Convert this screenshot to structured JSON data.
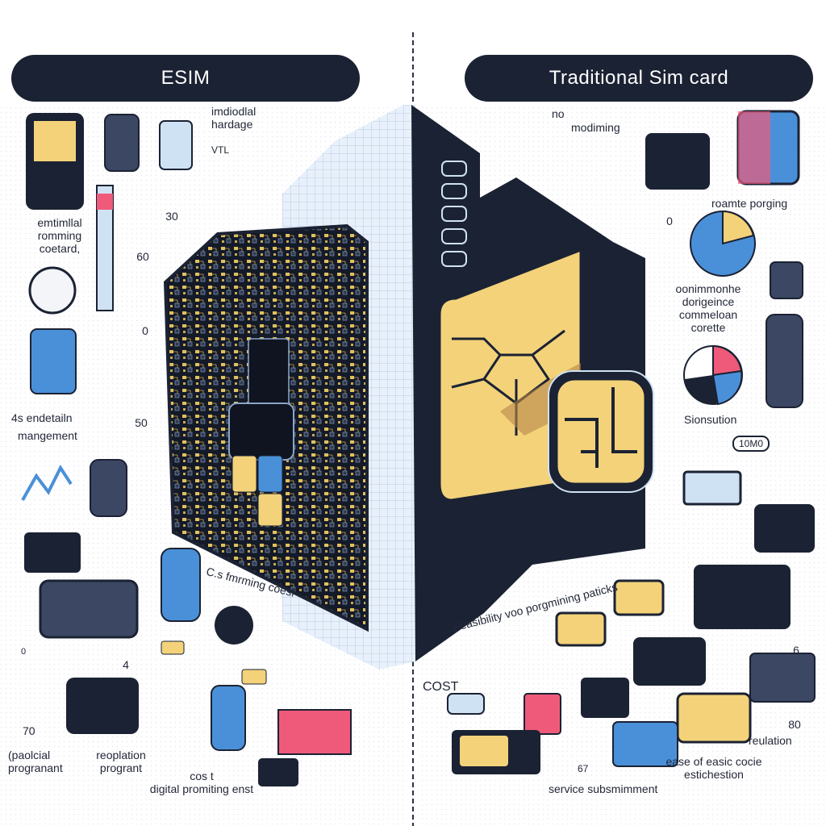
{
  "banners": {
    "left": "ESIM",
    "right": "Traditional Sim card"
  },
  "left_labels": {
    "individual_hardware": "imdiodlal\nhardage",
    "vtl": "VTL",
    "circle_30_a": "30",
    "eminimal": "emtimllal\nromming\ncoetard,",
    "circle_60": "60",
    "circle_0": "0",
    "enderation": "4s endetailn",
    "management": "mangement",
    "circle_50": "50",
    "remote_cost": "C.s fmrming coesf",
    "circle_4": "4",
    "circle_70": "70",
    "physical": "(paolcial\nprogranant",
    "regulation": "reoplation\nprogrant",
    "digital_cost": "cos t\ndigital promiting enst",
    "small_0": "0"
  },
  "right_labels": {
    "no": "no",
    "modimming": "modiming",
    "remote_porting": "roamte porging",
    "circle_0": "0",
    "operational": "oonimmonhe\ndorigeince\ncommeloan\ncorette",
    "signature": "Sionsution",
    "pill": "10M0",
    "feasibility": "Feasibility voo porgmining paticks",
    "cost": "COST",
    "circle_6": "6",
    "circle_80": "80",
    "regulation": "reulation",
    "ease": "ease of easic cocie\nestichestion",
    "service": "service subsmimment",
    "circle_67": "67"
  },
  "colors": {
    "navy": "#1b2233",
    "chip_gold": "#f3d27a",
    "accent_pink": "#ef5a7a",
    "accent_blue": "#4a90d9",
    "light_blue": "#cfe2f4"
  }
}
